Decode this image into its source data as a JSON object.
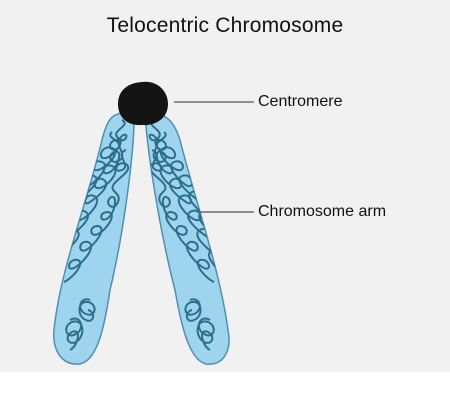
{
  "title": "Telocentric Chromosome",
  "labels": {
    "centromere": "Centromere",
    "chromosome_arm": "Chromosome arm"
  },
  "colors": {
    "background": "#f1f1f1",
    "chromatid_fill": "#9fd4ee",
    "chromatid_stroke": "#4f8fb0",
    "chromatin_coil": "#2d6f8a",
    "centromere": "#141414",
    "leader_line": "#555555"
  }
}
